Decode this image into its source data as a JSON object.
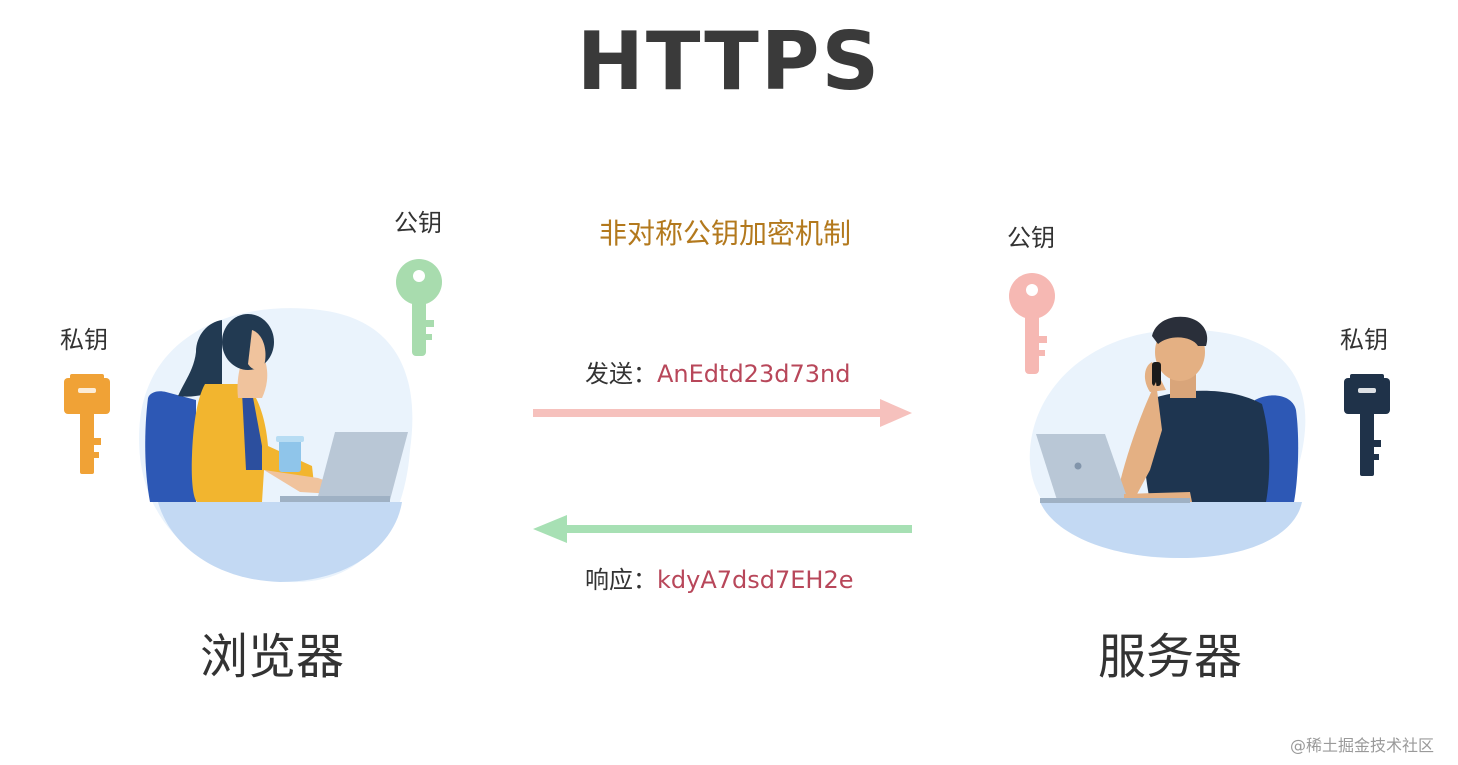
{
  "title": "HTTPS",
  "mechanism": "非对称公钥加密机制",
  "browser": {
    "label": "浏览器",
    "public_key_label": "公钥",
    "private_key_label": "私钥"
  },
  "server": {
    "label": "服务器",
    "public_key_label": "公钥",
    "private_key_label": "私钥"
  },
  "send": {
    "label": "发送：",
    "value": "AnEdtd23d73nd"
  },
  "response": {
    "label": "响应：",
    "value": "kdyA7dsd7EH2e"
  },
  "watermark": "@稀土掘金技术社区",
  "colors": {
    "title": "#3a3a3a",
    "mechanism": "#b3791d",
    "value_text": "#b8475a",
    "browser_public_key": "#a8dcae",
    "browser_private_key": "#f0a236",
    "server_public_key": "#f6b8b3",
    "server_private_key": "#1f3249",
    "send_arrow": "#f6c1bd",
    "response_arrow": "#a7e0b4"
  },
  "icons": [
    "key-icon",
    "arrow-right-icon",
    "arrow-left-icon",
    "woman-laptop-illustration",
    "man-phone-laptop-illustration"
  ]
}
